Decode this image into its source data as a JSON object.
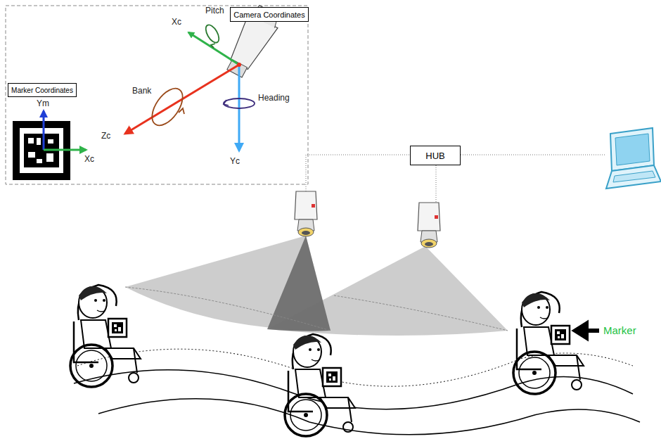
{
  "diagram": {
    "nodes": [
      {
        "text": [
          "Camera Coordinates"
        ]
      },
      {
        "text": [
          "Marker Coordinates"
        ]
      },
      {
        "text": [
          "HUB"
        ]
      }
    ],
    "labels": [
      "Xc",
      "Pitch",
      "Bank",
      "Zc",
      "Heading",
      "Yc",
      "Ym",
      "Xc",
      "Marker"
    ]
  }
}
